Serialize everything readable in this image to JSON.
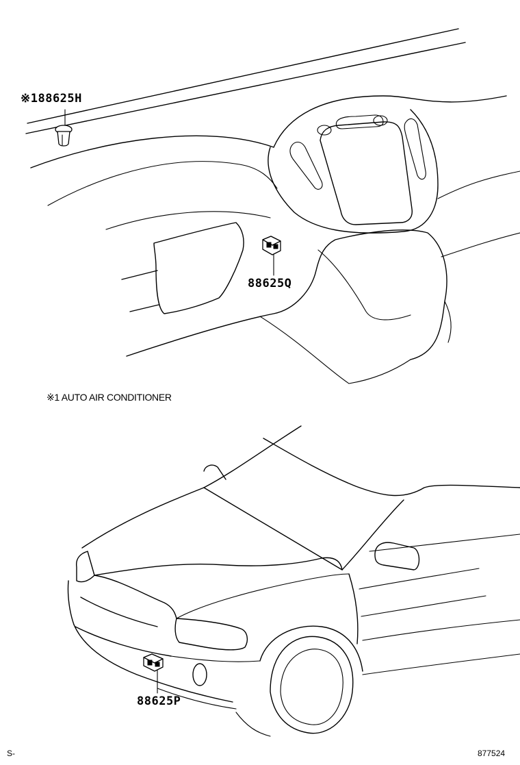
{
  "parts": {
    "sensor_h": "※188625H",
    "sensor_q": "88625Q",
    "sensor_p": "88625P"
  },
  "note": "※1 AUTO AIR CONDITIONER",
  "footer": {
    "left_code": "S-",
    "diagram_number": "877524"
  }
}
